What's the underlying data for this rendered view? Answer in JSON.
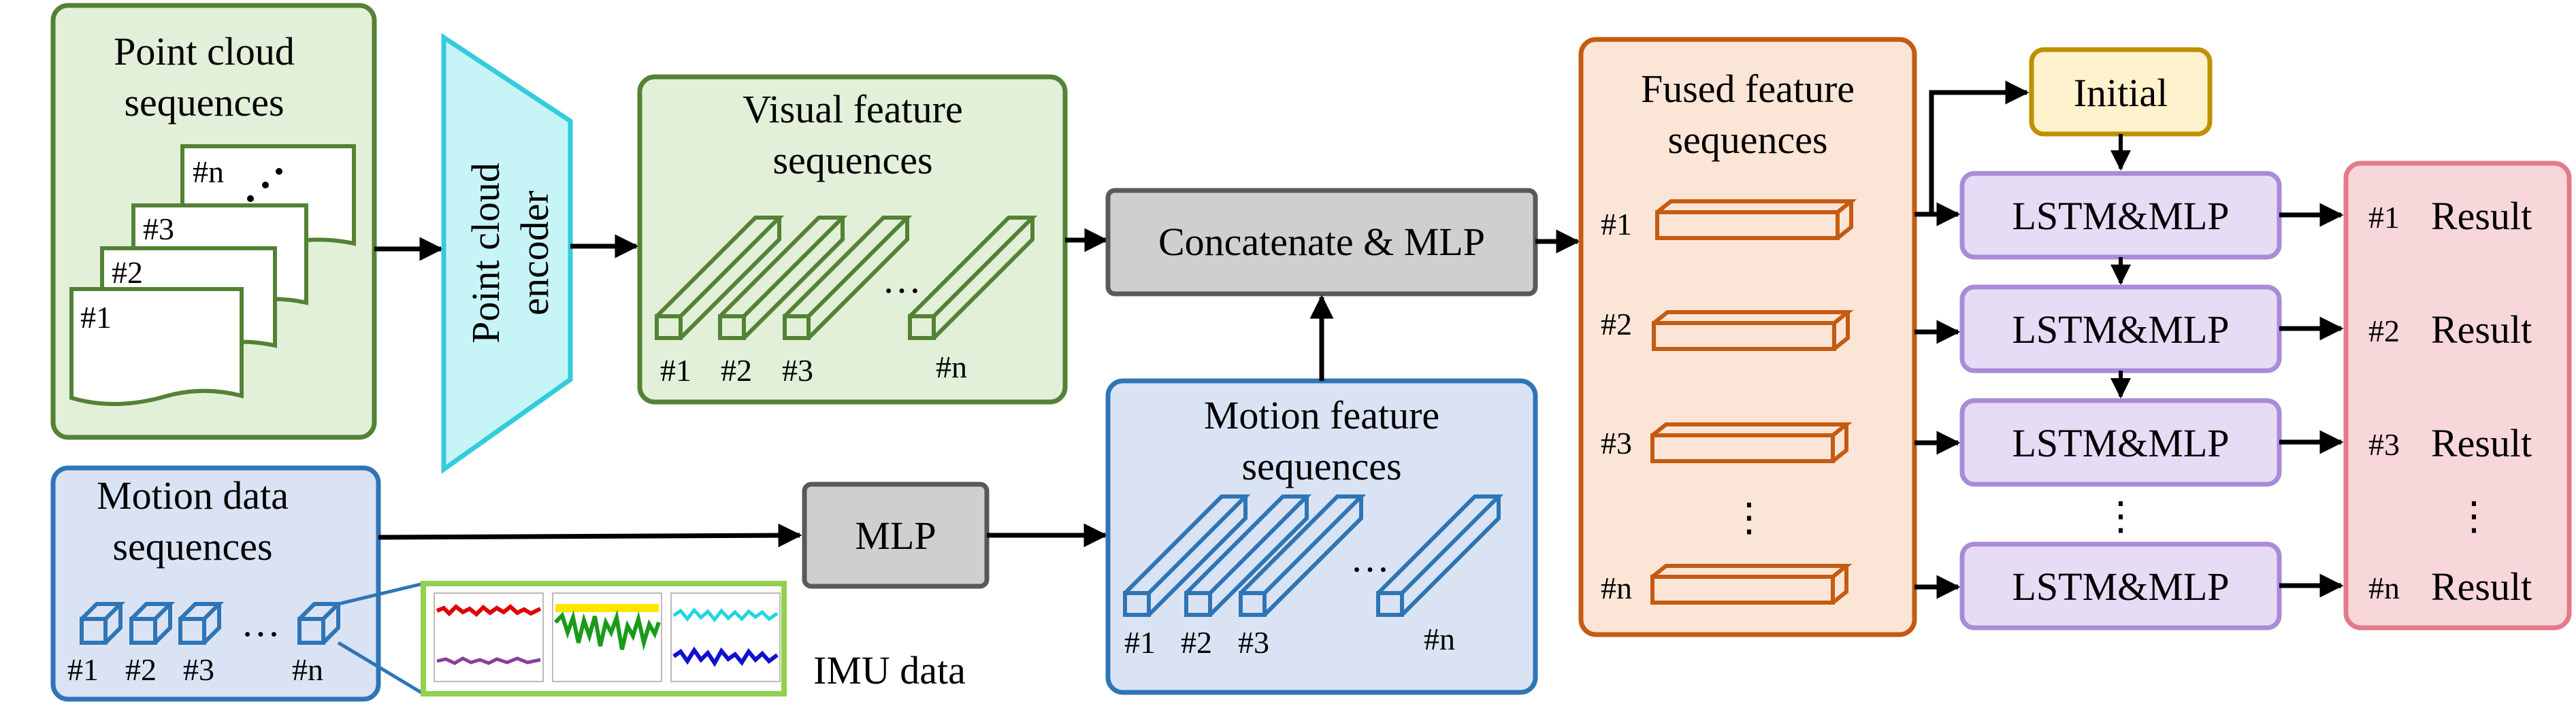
{
  "colors": {
    "green_fill": "#e2efd9",
    "green_stroke": "#548235",
    "cyan_fill": "#c7f5f7",
    "cyan_stroke": "#33ccdd",
    "gray_fill": "#d0cece",
    "gray_stroke": "#595959",
    "blue_fill": "#dae3f3",
    "blue_stroke": "#2e75b6",
    "orange_fill": "#fbe5d6",
    "orange_stroke": "#c55a11",
    "yellow_fill": "#fff2cc",
    "yellow_stroke": "#bf9000",
    "purple_fill": "#e6dcf5",
    "purple_stroke": "#a98bd8",
    "pink_fill": "#f8d7da",
    "pink_stroke": "#e27b88",
    "imu_frame": "#92d050"
  },
  "point_cloud": {
    "title_line1": "Point cloud",
    "title_line2": "sequences",
    "frames": [
      "#1",
      "#2",
      "#3",
      "#n"
    ]
  },
  "encoder": {
    "line1": "Point cloud",
    "line2": "encoder"
  },
  "visual": {
    "title_line1": "Visual feature",
    "title_line2": "sequences",
    "labels": [
      "#1",
      "#2",
      "#3",
      "#n"
    ],
    "ellipsis": "…"
  },
  "concat": {
    "label": "Concatenate & MLP"
  },
  "motion_data": {
    "title_line1": "Motion data",
    "title_line2": "sequences",
    "labels": [
      "#1",
      "#2",
      "#3",
      "#n"
    ],
    "ellipsis": "…"
  },
  "imu": {
    "label": "IMU data"
  },
  "mlp": {
    "label": "MLP"
  },
  "motion_feat": {
    "title_line1": "Motion feature",
    "title_line2": "sequences",
    "labels": [
      "#1",
      "#2",
      "#3",
      "#n"
    ],
    "ellipsis": "…"
  },
  "fused": {
    "title_line1": "Fused feature",
    "title_line2": "sequences",
    "labels": [
      "#1",
      "#2",
      "#3",
      "#n"
    ],
    "ellipsis": "⋮"
  },
  "initial": {
    "label": "Initial"
  },
  "lstm": {
    "labels": [
      "LSTM&MLP",
      "LSTM&MLP",
      "LSTM&MLP",
      "LSTM&MLP"
    ],
    "ellipsis": "⋮"
  },
  "results": {
    "ids": [
      "#1",
      "#2",
      "#3",
      "#n"
    ],
    "word": [
      "Result",
      "Result",
      "Result",
      "Result"
    ],
    "ellipsis": "⋮"
  }
}
